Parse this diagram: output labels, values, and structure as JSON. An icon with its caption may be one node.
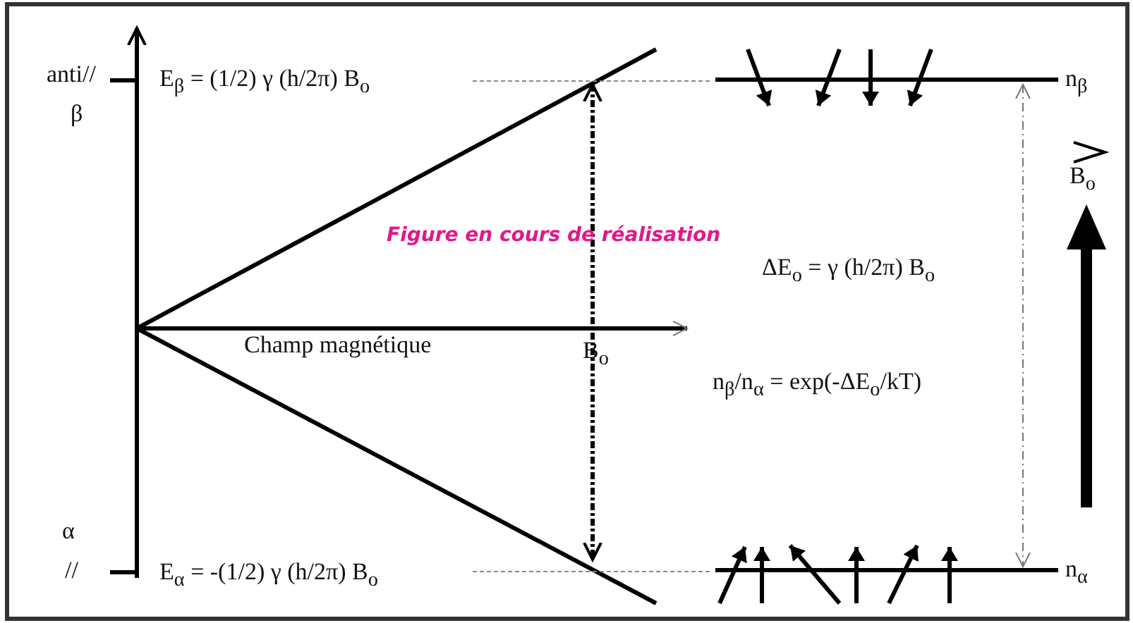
{
  "diagram": {
    "nodes": [
      {
        "text": [
          "E$_{β}$ = (1/2) γ (h/2π) B$_{o}$"
        ]
      },
      {
        "text": [
          "E$_{α}$ = -(1/2) γ (h/2π) B$_{o}$"
        ]
      },
      {
        "text": [
          "n$_{β}$"
        ]
      },
      {
        "text": [
          "n$_{α}$"
        ]
      }
    ],
    "edges": [
      {
        "from": 2,
        "to": 3,
        "arrow": "both",
        "style": "dashed",
        "color": "#777777"
      },
      {
        "from": 0,
        "to": 1,
        "arrow": "both",
        "style": "dashed",
        "color": "#000000"
      }
    ],
    "labels": [
      "anti//",
      "β",
      "α",
      "//",
      "Champ magnétique",
      "B$_{o}$",
      "Figure en cours de réalisation",
      "ΔE$_{o}$ = γ (h/2π) B$_{o}$",
      "n$_{β}$/n$_{α}$ = exp(-ΔE$_{o}$/kT)",
      "B$_{o}$"
    ]
  }
}
